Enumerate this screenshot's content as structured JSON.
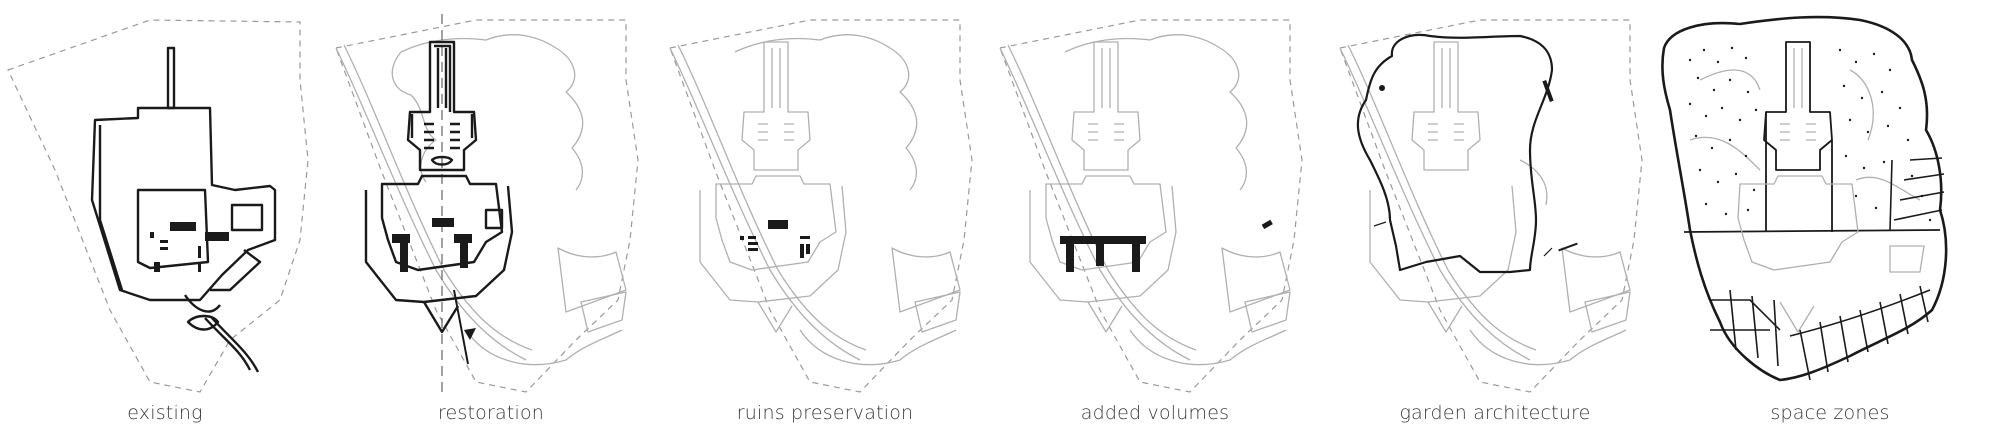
{
  "panels": [
    {
      "id": "existing",
      "caption": "existing"
    },
    {
      "id": "restoration",
      "caption": "restoration"
    },
    {
      "id": "ruins",
      "caption": "ruins preservation"
    },
    {
      "id": "added",
      "caption": "added volumes"
    },
    {
      "id": "garden",
      "caption": "garden architecture"
    },
    {
      "id": "zones",
      "caption": "space zones"
    }
  ],
  "colors": {
    "ink": "#1a1a1a",
    "faint": "#b0b0b0",
    "dashed": "#9a9a9a"
  }
}
